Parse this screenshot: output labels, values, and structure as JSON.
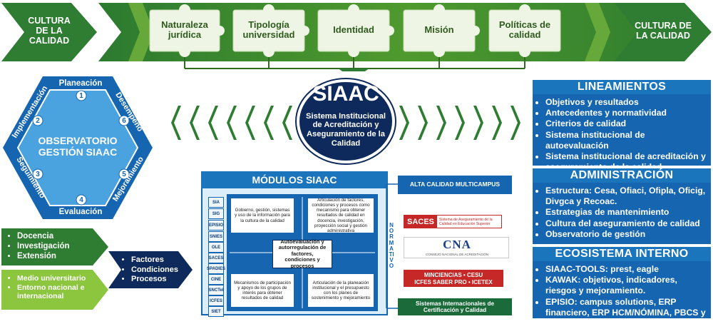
{
  "top_band": {
    "left_label": "CULTURA DE LA CALIDAD",
    "right_label": "CULTURA DE LA CALIDAD",
    "pieces": [
      "Naturaleza jurídica",
      "Tipología universidad",
      "Identidad",
      "Misión",
      "Políticas de calidad"
    ]
  },
  "observatorio": {
    "title": "OBSERVATORIO GESTIÓN SIAAC",
    "phases": [
      {
        "num": "1",
        "label": "Planeación"
      },
      {
        "num": "2",
        "label": "Implementación"
      },
      {
        "num": "3",
        "label": "Seguimiento"
      },
      {
        "num": "4",
        "label": "Evaluación"
      },
      {
        "num": "5",
        "label": "Mejoramiento"
      },
      {
        "num": "6",
        "label": "Desempeño"
      }
    ]
  },
  "siaac": {
    "title": "SIAAC",
    "subtitle": "Sistema Institucional de Acreditación y Aseguramiento de la Calidad"
  },
  "modulos": {
    "title": "MÓDULOS SIAAC",
    "tags": [
      "SIA",
      "SIG",
      "EPISIO",
      "SNIES",
      "OLE",
      "SACES",
      "SPADIES",
      "CINE",
      "SNCTel",
      "ICFES",
      "SIET"
    ],
    "center": "Autoevaluación y autorregulación de factores, condiciones y procesos",
    "quadrants": [
      "Gobierno, gestión, sistemas y uso de la información para la cultura de la calidad",
      "Articulación de factores, condiciones y procesos como mecanismo para obtener resultados de calidad en docencia, investigación, proyección social y gestión administrativa",
      "Mecanismos de participación y apoyo de los grupos de interés para obtener resultados de calidad",
      "Articulación de la planeación institucional y el presupuesto con los planes de sostenimiento y mejoramiento"
    ],
    "normativo": "NORMATIVO"
  },
  "external": {
    "alta_calidad": "ALTA CALIDAD MULTICAMPUS",
    "saces_logo": "SACES",
    "saces_text": "Sistema de Aseguramiento de la Calidad en Educación Superior",
    "cna_logo": "CNA",
    "cna_sub": "CONSEJO NACIONAL DE ACREDITACIÓN",
    "min_line1": "MINCIENCIAS • CESU",
    "min_line2": "ICFES SABER PRO • ICETEX",
    "sistemas_int": "Sistemas Internacionales de Certificación y Calidad"
  },
  "lineamientos": {
    "title": "LINEAMIENTOS",
    "items": [
      "Objetivos y resultados",
      "Antecedentes y normatividad",
      "Criterios de calidad",
      "Sistema institucional de autoevaluación",
      "Sistema institucional de acreditación y aseguramiento de la calidad."
    ]
  },
  "administracion": {
    "title": "ADMINISTRACIÓN",
    "items": [
      "Estructura: Cesa, Ofiaci, Ofipla, Oficig, Divgca y Recoac.",
      "Estrategias de mantenimiento",
      "Cultura del aseguramiento de calidad",
      "Observatorio de gestión"
    ]
  },
  "ecosistema": {
    "title": "ECOSISTEMA INTERNO",
    "items": [
      "SIAAC-TOOLS: prest, eagle",
      "KAWAK: objetivos, indicadores, riesgos y mejoramiento.",
      "EPISIO: campus solutions, ERP financiero, ERP HCM/NÓMINA, PBCS y rigth now."
    ]
  },
  "funciones": {
    "items": [
      "Docencia",
      "Investigación",
      "Extensión"
    ]
  },
  "medio": {
    "items": [
      "Medio universitario",
      "Entorno nacional e internacional"
    ]
  },
  "factores": {
    "items": [
      "Factores",
      "Condiciones",
      "Procesos"
    ]
  },
  "colors": {
    "green_dark": "#2e7d32",
    "green_light": "#8cc63f",
    "blue_dark": "#1565b0",
    "navy": "#0e2a5c",
    "red": "#c62828"
  }
}
